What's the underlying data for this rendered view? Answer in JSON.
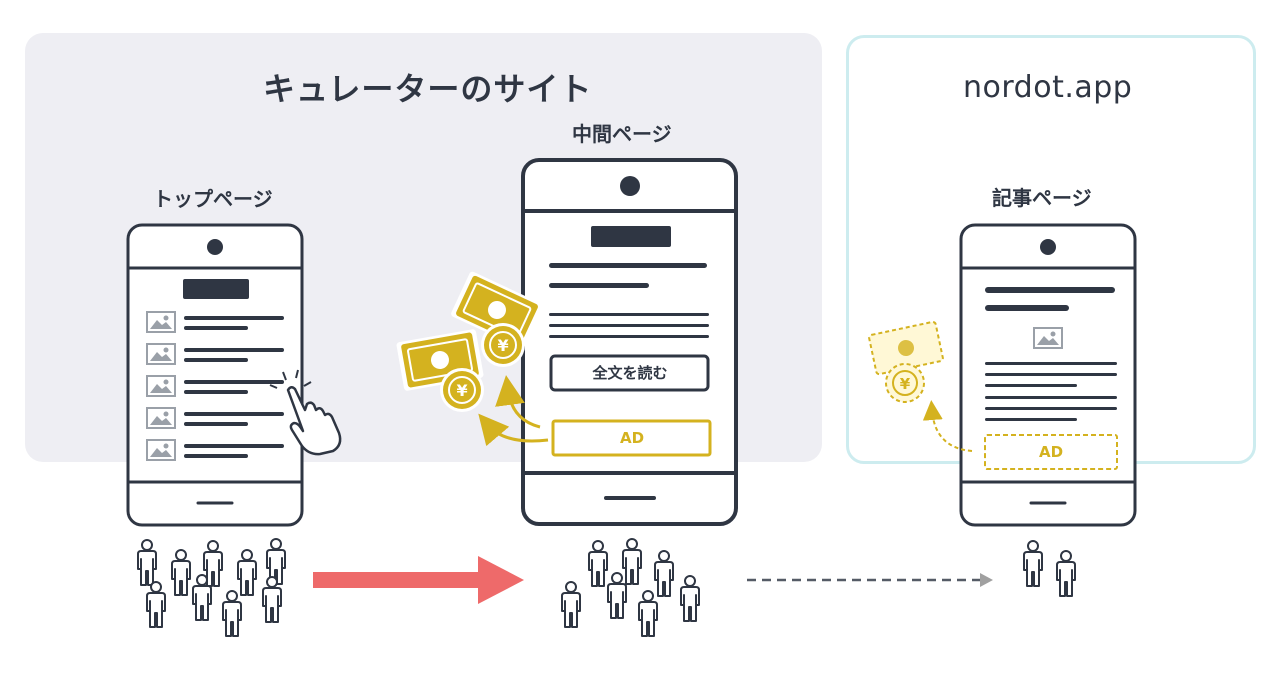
{
  "curator_section": {
    "title": "キュレーターのサイト"
  },
  "nordot_section": {
    "title": "nordot.app"
  },
  "pages": {
    "top_page": {
      "label": "トップページ"
    },
    "middle_page": {
      "label": "中間ページ",
      "read_full_button": "全文を読む",
      "ad_label": "AD"
    },
    "article_page": {
      "label": "記事ページ",
      "ad_label": "AD"
    }
  },
  "colors": {
    "curator_bg": "#eeeef3",
    "nordot_border": "#cdecef",
    "dark": "#2f3643",
    "gold": "#d4b21f",
    "gold_light": "#fff3b8",
    "arrow_red": "#ee6a6a",
    "dashed_gray": "#a0a0a0"
  },
  "icons": {
    "money": "yen-banknote-icon",
    "coin": "yen-coin-icon",
    "cursor": "pointing-hand-icon",
    "people": "person-icon",
    "image": "image-icon"
  }
}
